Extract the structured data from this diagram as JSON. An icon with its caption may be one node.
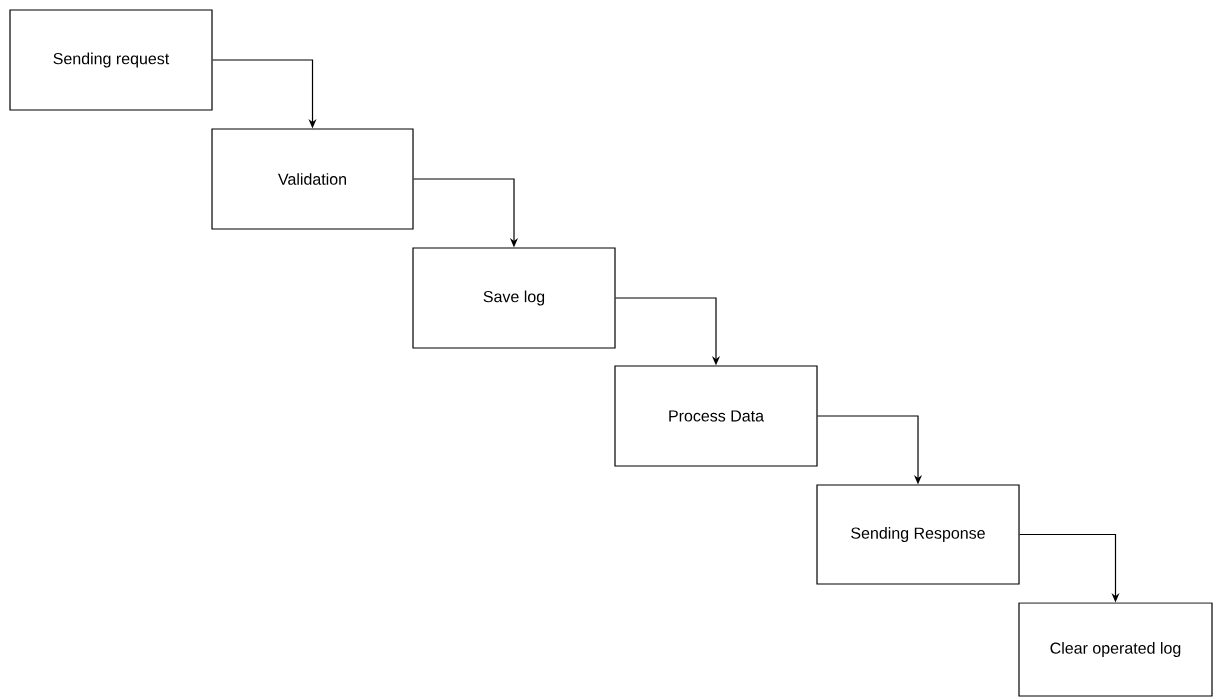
{
  "diagram": {
    "nodes": [
      {
        "text": [
          "Sending request"
        ]
      },
      {
        "text": [
          "Validation"
        ]
      },
      {
        "text": [
          "Save log"
        ]
      },
      {
        "text": [
          "Process Data"
        ]
      },
      {
        "text": [
          "Sending Response"
        ]
      },
      {
        "text": [
          "Clear operated log"
        ]
      }
    ],
    "edges": [
      {
        "from": 0,
        "to": 1,
        "arrow": "to"
      },
      {
        "from": 1,
        "to": 2,
        "arrow": "to"
      },
      {
        "from": 2,
        "to": 3,
        "arrow": "to"
      },
      {
        "from": 3,
        "to": 4,
        "arrow": "to"
      },
      {
        "from": 4,
        "to": 5,
        "arrow": "to"
      }
    ]
  }
}
